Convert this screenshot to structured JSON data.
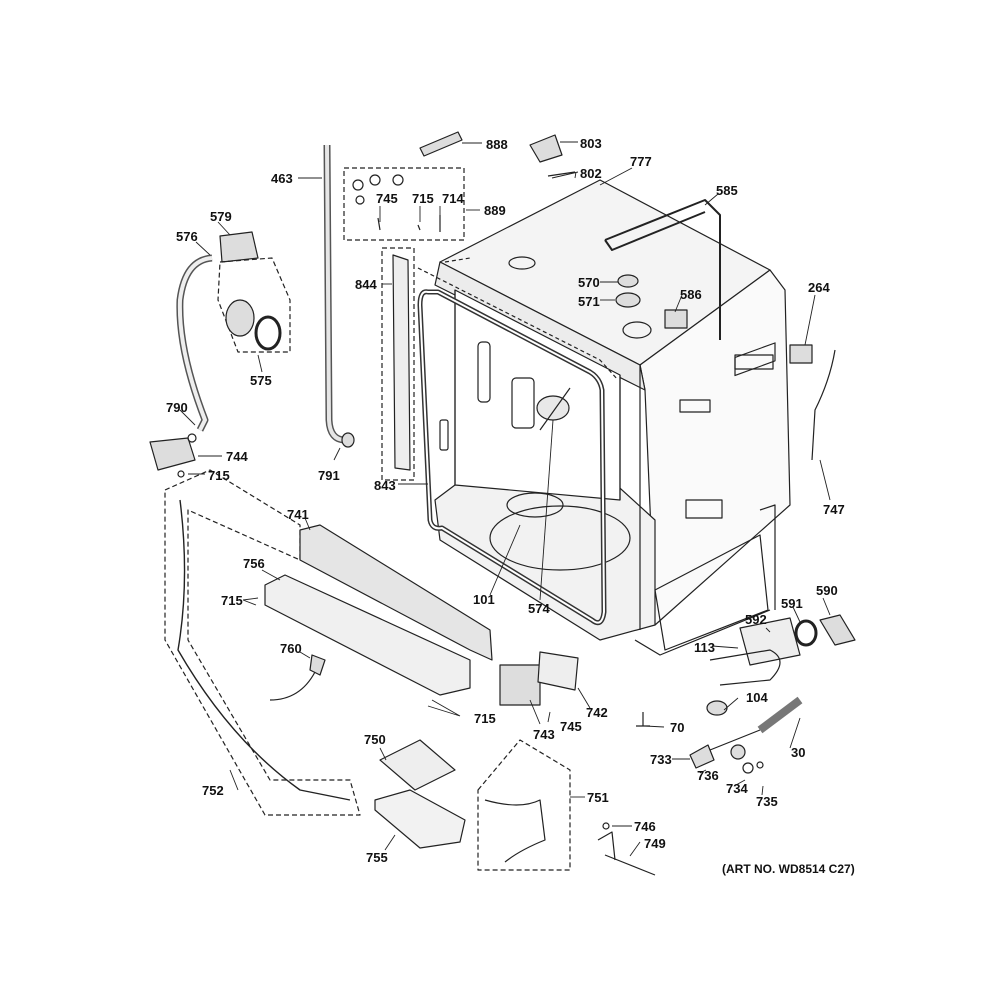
{
  "art_number": "(ART NO. WD8514 C27)",
  "parts": {
    "p888": "888",
    "p803": "803",
    "p802": "802",
    "p777": "777",
    "p585": "585",
    "p463": "463",
    "p745a": "745",
    "p715a": "715",
    "p714": "714",
    "p889": "889",
    "p579": "579",
    "p576": "576",
    "p844": "844",
    "p570": "570",
    "p571": "571",
    "p586": "586",
    "p264": "264",
    "p575": "575",
    "p790": "790",
    "p744": "744",
    "p715b": "715",
    "p791": "791",
    "p843": "843",
    "p747": "747",
    "p741": "741",
    "p756": "756",
    "p715c": "715",
    "p101": "101",
    "p574": "574",
    "p590": "590",
    "p591": "591",
    "p592": "592",
    "p113": "113",
    "p760": "760",
    "p742": "742",
    "p104": "104",
    "p715d": "715",
    "p745b": "745",
    "p743": "743",
    "p70": "70",
    "p30": "30",
    "p733": "733",
    "p736": "736",
    "p734": "734",
    "p735": "735",
    "p750": "750",
    "p752": "752",
    "p751": "751",
    "p755": "755",
    "p746": "746",
    "p749": "749"
  }
}
